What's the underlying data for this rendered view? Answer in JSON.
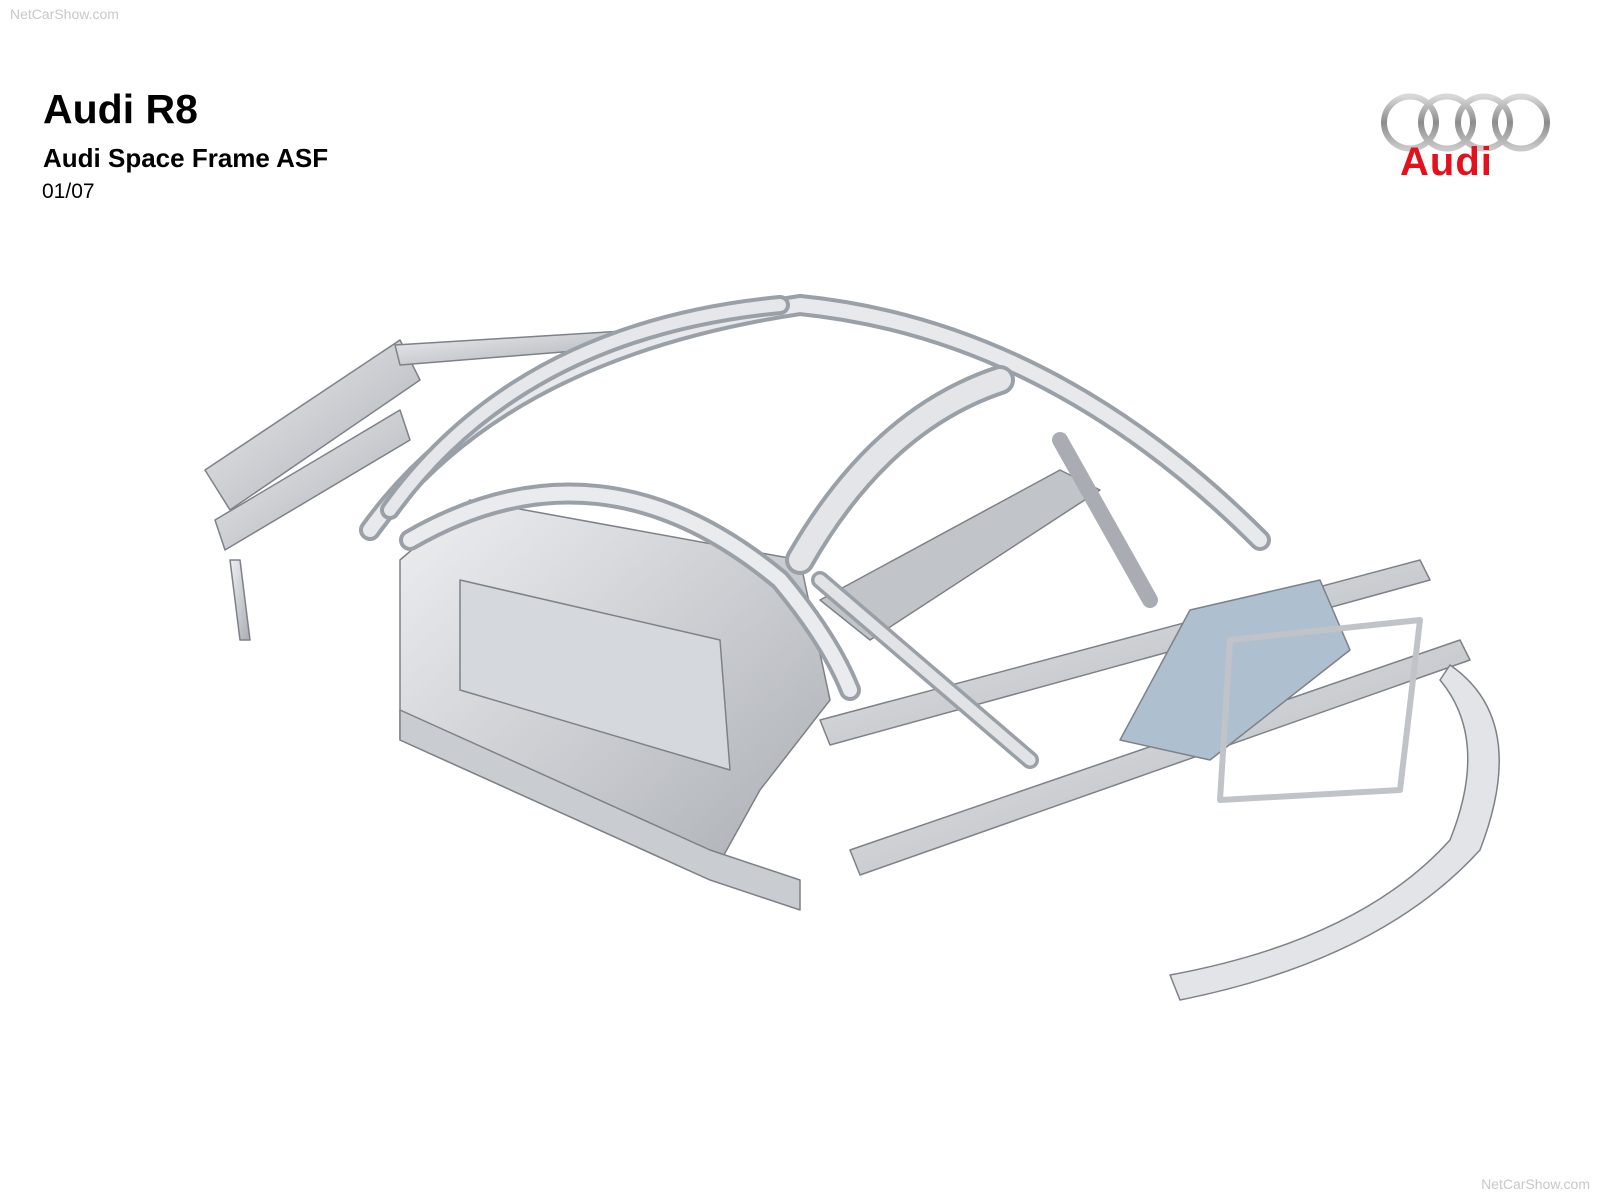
{
  "watermark_top": "NetCarShow.com",
  "watermark_bottom": "NetCarShow.com",
  "header": {
    "title": "Audi R8",
    "subtitle": "Audi Space Frame ASF",
    "date": "01/07"
  },
  "logo": {
    "text": "Audi",
    "brand_color": "#e4111c"
  }
}
